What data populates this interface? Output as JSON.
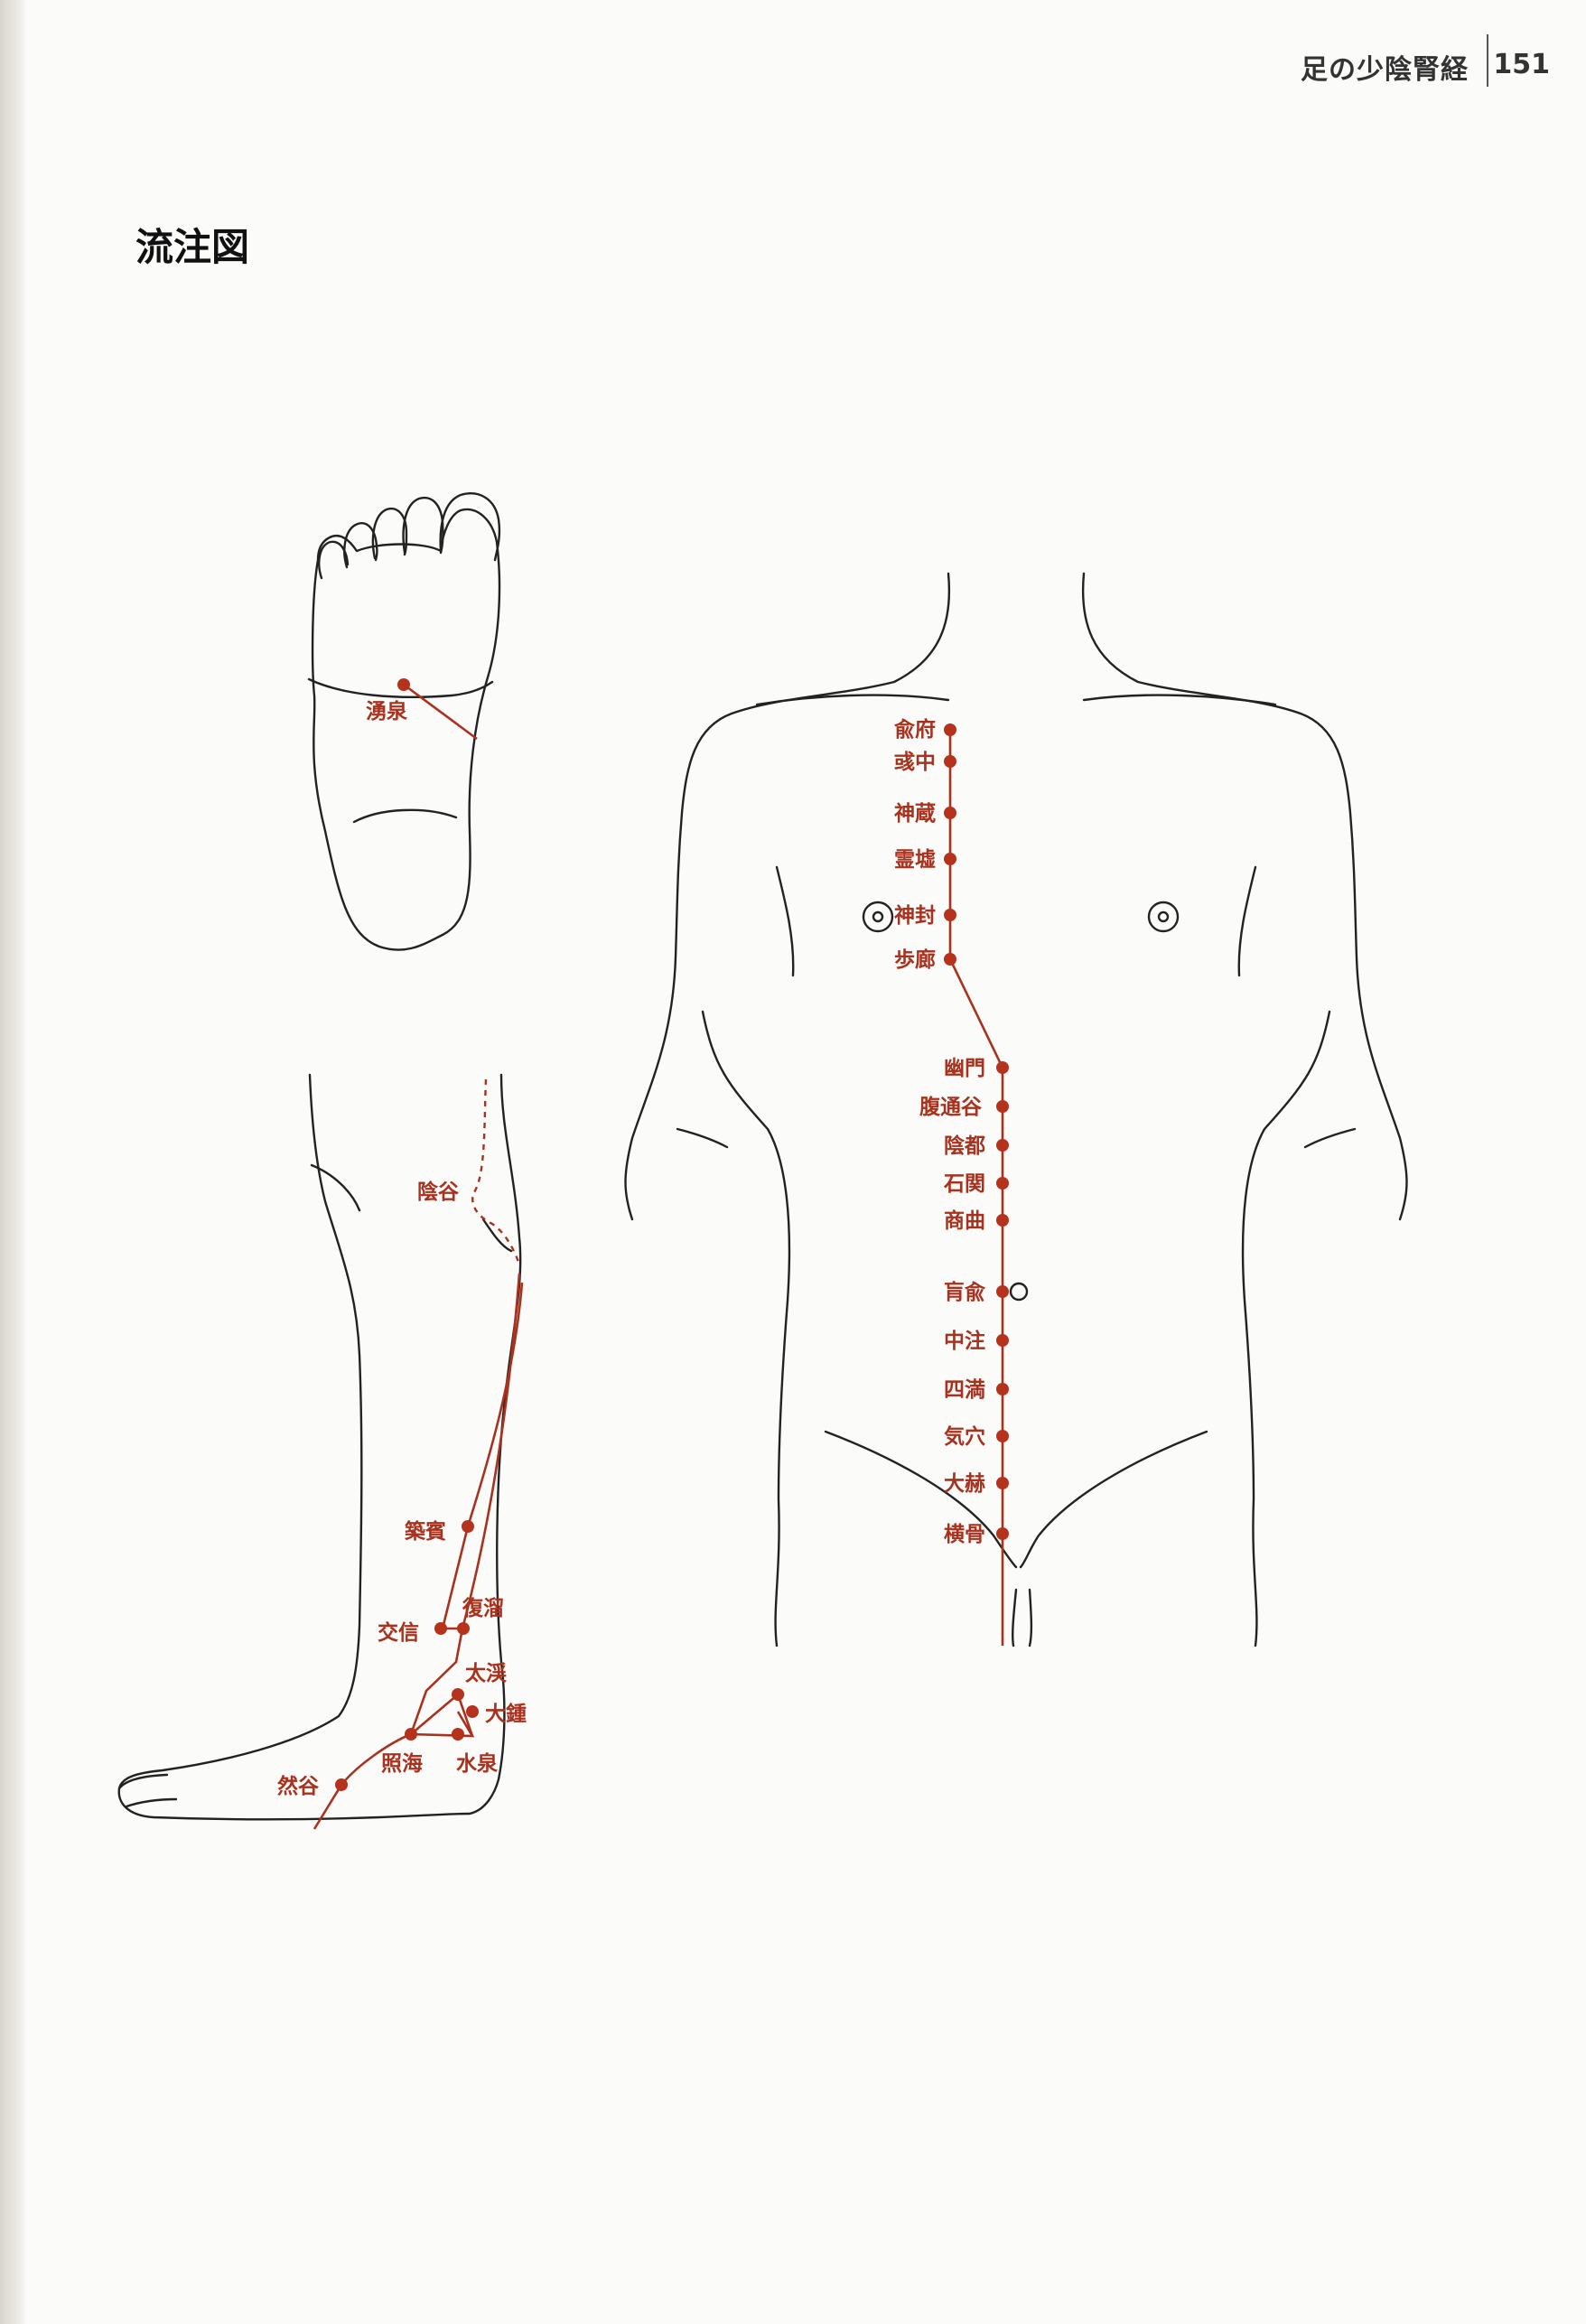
{
  "header": {
    "chapter": "足の少陰腎経",
    "page_number": "151"
  },
  "section_title": "流注図",
  "colors": {
    "meridian": "#a8321e",
    "outline": "#222222"
  },
  "points": {
    "yongquan": "湧泉",
    "yingu": "陰谷",
    "zhubin": "築賓",
    "jiaoxin": "交信",
    "fuliu": "復溜",
    "taixi": "太渓",
    "dazhong": "大鍾",
    "zhaohai": "照海",
    "shuiquan": "水泉",
    "rangu": "然谷",
    "shufu": "兪府",
    "yuzhong": "彧中",
    "shencang": "神蔵",
    "lingxu": "霊墟",
    "shenfeng": "神封",
    "bulang": "歩廊",
    "youmen": "幽門",
    "futonggu": "腹通谷",
    "yindu": "陰都",
    "shiguan": "石関",
    "shangqu": "商曲",
    "huangshu": "肓兪",
    "zhongzhu": "中注",
    "siman": "四満",
    "qixue": "気穴",
    "dahe": "大赫",
    "henggu": "横骨"
  }
}
